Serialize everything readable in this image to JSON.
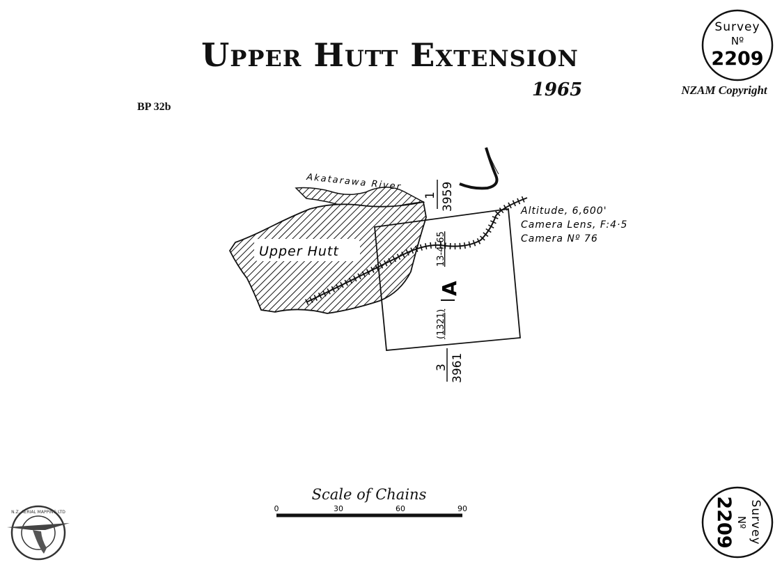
{
  "header": {
    "title": "Upper Hutt Extension",
    "year": "1965",
    "ref": "BP 32b",
    "copyright": "NZAM Copyright"
  },
  "stamp": {
    "line1": "Survey",
    "line2": "Nº",
    "number": "2209"
  },
  "map": {
    "river_label": "Akatarawa River",
    "town_label": "Upper Hutt",
    "run_label": "A",
    "run_number": "(1321)",
    "date_label": "13-4-65",
    "photo_top_num": "1",
    "photo_top_film": "3959",
    "photo_bottom_num": "3",
    "photo_bottom_film": "3961",
    "flight_info": [
      "Altitude, 6,600'",
      "Camera Lens, F:4·5",
      "Camera Nº 76"
    ]
  },
  "scale_bar": {
    "title": "Scale of Chains",
    "ticks": [
      "0",
      "30",
      "60",
      "90"
    ]
  },
  "logo": {
    "text": "N.Z. AERIAL MAPPING LTD"
  }
}
